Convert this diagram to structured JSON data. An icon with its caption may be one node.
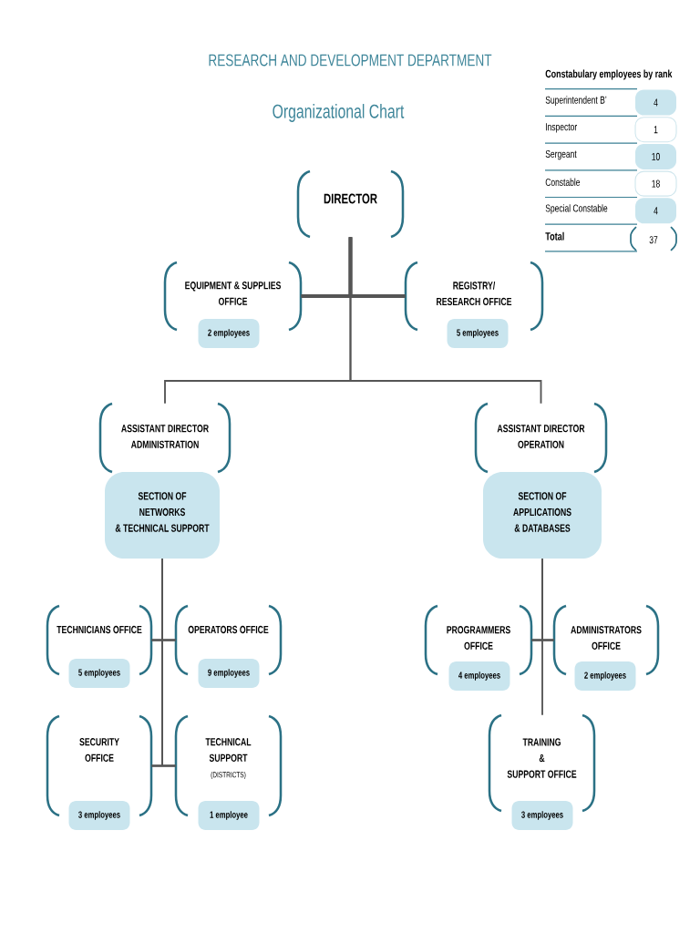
{
  "diagram": {
    "title": "RESEARCH AND DEVELOPMENT DEPARTMENT",
    "nodes": [
      {
        "text": [
          "DIRECTOR"
        ]
      },
      {
        "text": [
          "EQUIPMENT & SUPPLIES OFFICE",
          "2 employees"
        ]
      },
      {
        "text": [
          "REGISTRY/ RESEARCH OFFICE",
          "5 employees"
        ]
      },
      {
        "text": [
          "ASSISTANT DIRECTOR ADMINISTRATION"
        ]
      },
      {
        "text": [
          "SECTION OF NETWORKS & TECHNICAL SUPPORT"
        ]
      },
      {
        "text": [
          "ASSISTANT DIRECTOR OPERATION"
        ]
      },
      {
        "text": [
          "SECTION OF APPLICATIONS & DATABASES"
        ]
      },
      {
        "text": [
          "TECHNICIANS OFFICE",
          "5 employees"
        ]
      },
      {
        "text": [
          "OPERATORS OFFICE",
          "9 employees"
        ]
      },
      {
        "text": [
          "SECURITY OFFICE",
          "3 employees"
        ]
      },
      {
        "text": [
          "TECHNICAL SUPPORT",
          "(DISTRICTS)",
          "1 employee"
        ]
      },
      {
        "text": [
          "PROGRAMMERS OFFICE",
          "4 employees"
        ]
      },
      {
        "text": [
          "ADMINISTRATORS OFFICE",
          "2 employees"
        ]
      },
      {
        "text": [
          "TRAINING & SUPPORT OFFICE",
          "3 employees"
        ]
      }
    ],
    "edges": [
      {
        "from": 0,
        "to": 1,
        "arrow": "none",
        "style": "thick"
      },
      {
        "from": 0,
        "to": 2,
        "arrow": "none",
        "style": "thick"
      },
      {
        "from": 0,
        "to": 3,
        "arrow": "none"
      },
      {
        "from": 0,
        "to": 5,
        "arrow": "none"
      },
      {
        "from": 4,
        "to": 7,
        "arrow": "none"
      },
      {
        "from": 4,
        "to": 8,
        "arrow": "none"
      },
      {
        "from": 4,
        "to": 9,
        "arrow": "none"
      },
      {
        "from": 4,
        "to": 10,
        "arrow": "none"
      },
      {
        "from": 6,
        "to": 11,
        "arrow": "none"
      },
      {
        "from": 6,
        "to": 12,
        "arrow": "none"
      },
      {
        "from": 6,
        "to": 13,
        "arrow": "none"
      }
    ],
    "labels": [
      "Organizational Chart",
      "Constabulary employees by rank",
      "Superintendent B’",
      "4",
      "Inspector",
      "1",
      "Sergeant",
      "10",
      "Constable",
      "18",
      "Special Constable",
      "4",
      "Total",
      "37"
    ]
  }
}
